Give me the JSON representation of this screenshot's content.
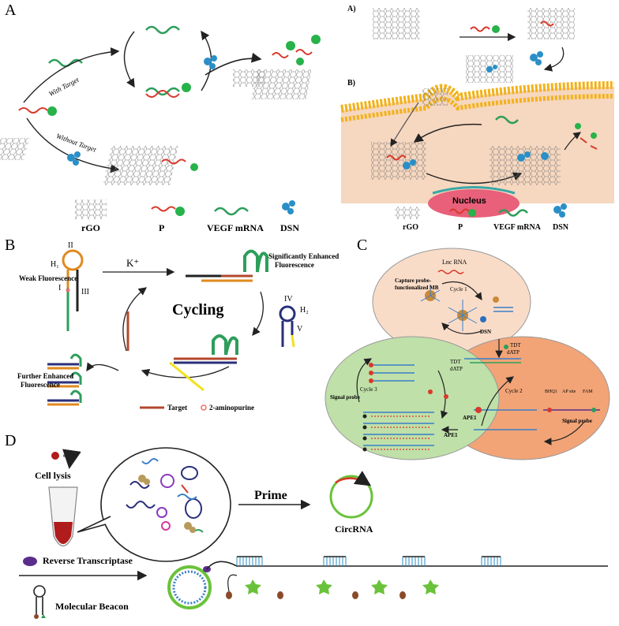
{
  "panels": {
    "A": {
      "letter": "A",
      "with_target": "With Target",
      "without_target": "Without Target",
      "sub_a": "A)",
      "sub_b": "B)",
      "nucleus": "Nucleus",
      "legend_left": [
        "rGO",
        "P",
        "VEGF mRNA",
        "DSN"
      ],
      "legend_right": [
        "rGO",
        "P",
        "VEGF mRNA",
        "DSN"
      ]
    },
    "B": {
      "letter": "B",
      "k_plus": "K⁺",
      "h1": "H₁",
      "h2": "H₂",
      "roman_II": "II",
      "roman_I": "I",
      "roman_III": "III",
      "roman_IV": "IV",
      "roman_V": "V",
      "weak": "Weak Fluorescence",
      "enhanced_1": "Significantly Enhanced",
      "enhanced_2": "Fluorescence",
      "cycling": "Cycling",
      "further_1": "Further Enhanced",
      "further_2": "Fluorescence",
      "legend_target": "Target",
      "legend_ap": "2-aminopurine"
    },
    "C": {
      "letter": "C",
      "lnc_rna": "Lnc RNA",
      "capture_1": "Capture probe-",
      "capture_2": "functionalized MB",
      "cycle1": "Cycle 1",
      "dsn": "DSN",
      "tdt": "TDT",
      "datp": "dATP",
      "cycle2": "Cycle 2",
      "cycle3": "Cycle 3",
      "bhq": "BHQ1",
      "ap_site": "AP site",
      "fam": "FAM",
      "signal_probe_right": "Signal probe",
      "signal_probe_left": "Signal probe",
      "ape1_a": "APE1",
      "ape1_b": "APE1",
      "tdt_c3": "TDT",
      "datp_c3": "dATP"
    },
    "D": {
      "letter": "D",
      "cell_lysis": "Cell lysis",
      "prime": "Prime",
      "circrna": "CircRNA",
      "rt": "Reverse Transcriptase",
      "beacon": "Molecular Beacon"
    }
  },
  "colors": {
    "dna_green": "#2e9e5b",
    "dna_red": "#d9382a",
    "dsn_blue": "#2a8fc7",
    "fluor_green": "#27b24a",
    "cell_bg": "#f6d7bf",
    "membrane": "#f2b21c",
    "nucleus": "#e8607a",
    "hairpin_orange": "#e08a1e",
    "hairpin_navy": "#2a2f7a",
    "target_brown": "#b5482d",
    "cycle1_bg": "#f9dcc8",
    "cycle2_bg": "#f2a477",
    "cycle3_bg": "#bfe0a8",
    "circ_green": "#6ac23a",
    "tube_red": "#b01b1b",
    "rt_purple": "#5a2d8c"
  }
}
